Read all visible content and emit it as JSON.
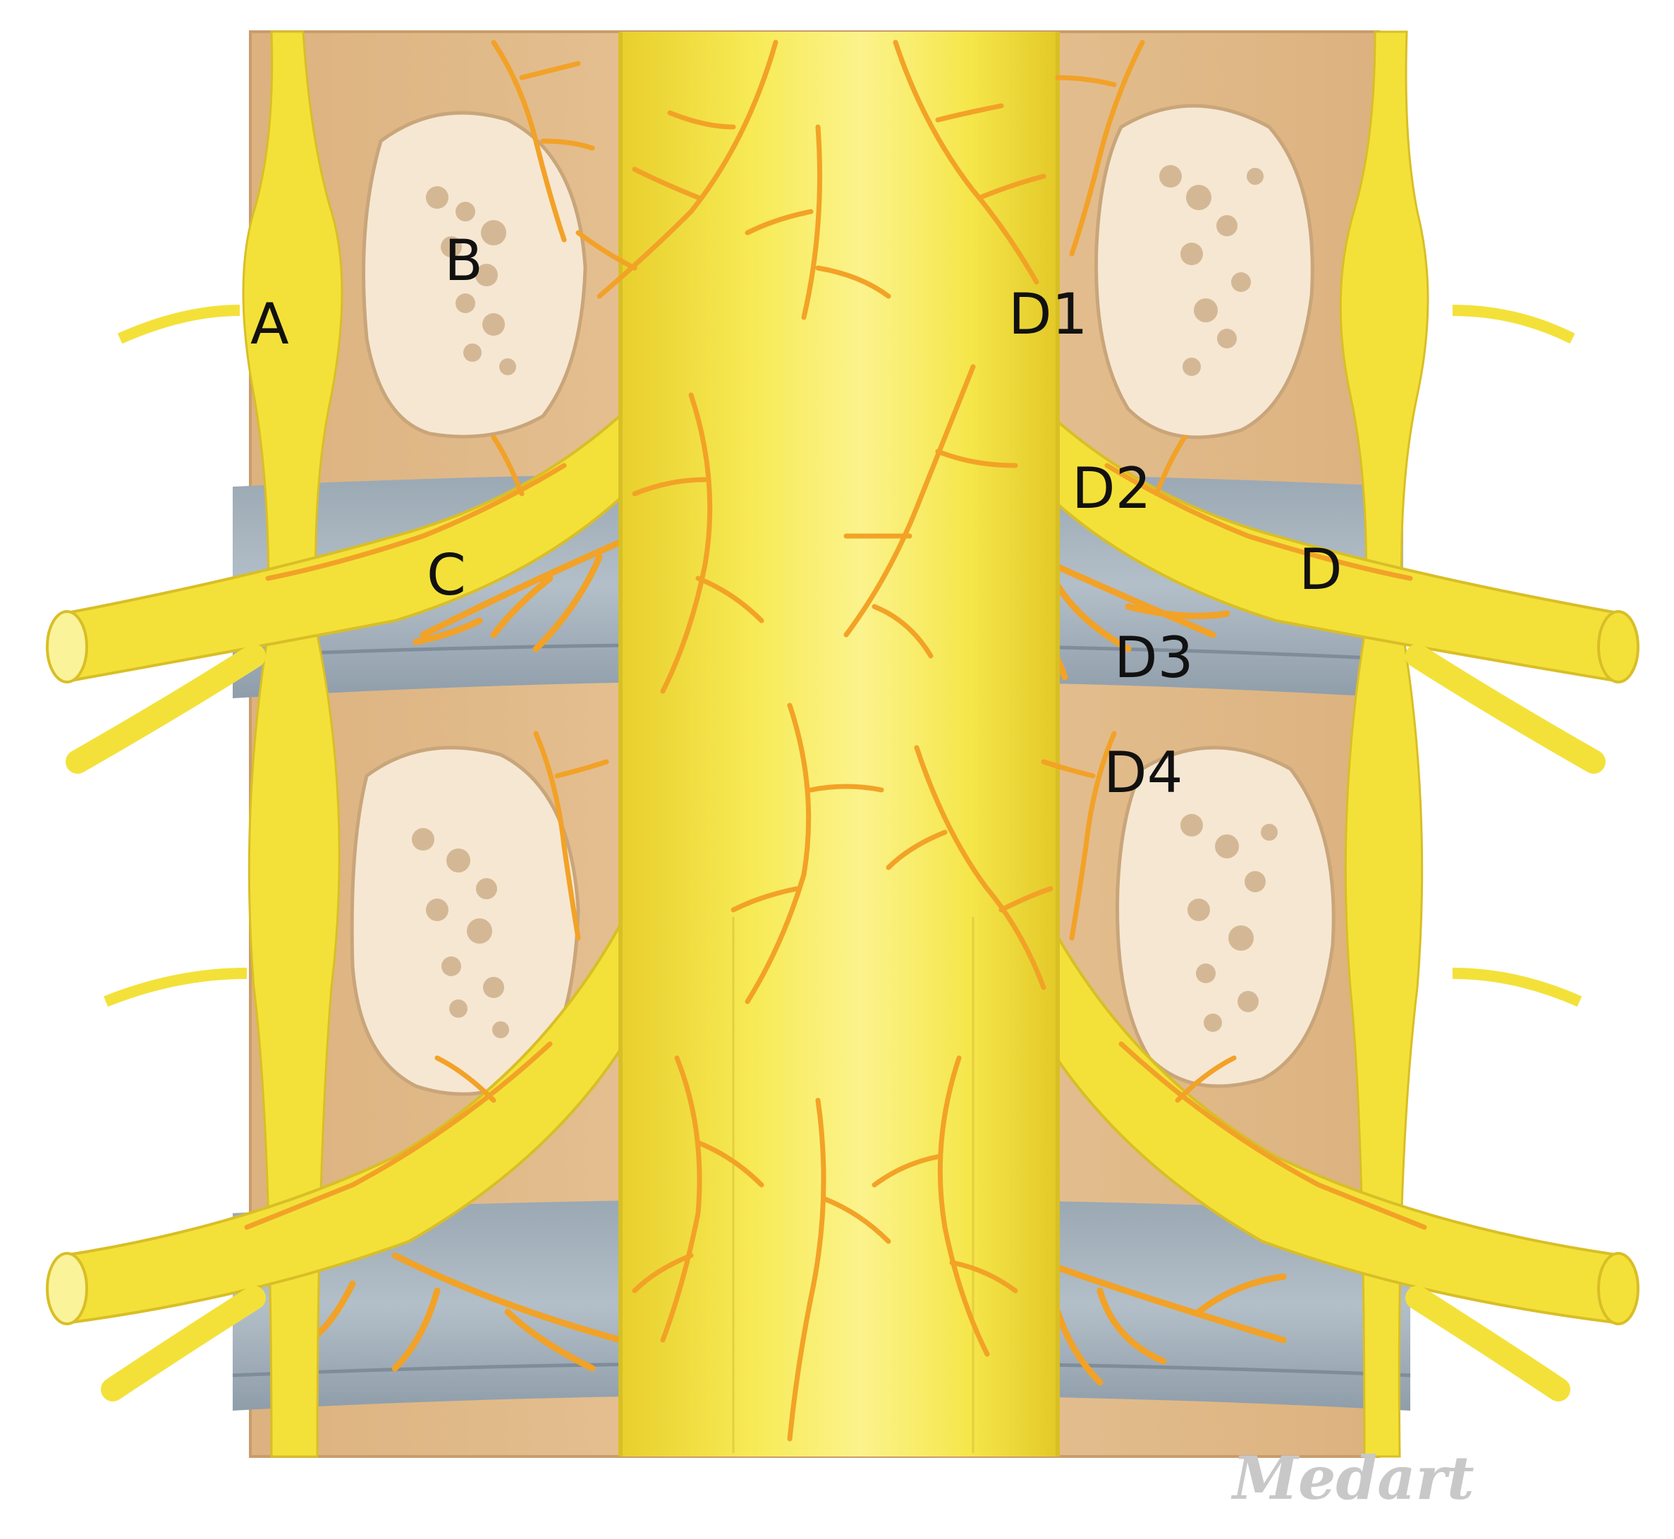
{
  "labels": {
    "A": "A",
    "B": "B",
    "C": "C",
    "D": "D",
    "D1": "D1",
    "D2": "D2",
    "D3": "D3",
    "D4": "D4"
  },
  "watermark": "Medart",
  "colors": {
    "nerve": "#f3e13a",
    "nerve_shade": "#e6c92a",
    "nerve_highlight": "#fbf39a",
    "vessel": "#f2a227",
    "bone": "#e6c193",
    "bone_dark": "#d4a877",
    "disc": "#a7b3bd",
    "disc_dark": "#8e9ca8",
    "joint_surface": "#f6e7d2",
    "joint_spot": "#d4b895"
  }
}
